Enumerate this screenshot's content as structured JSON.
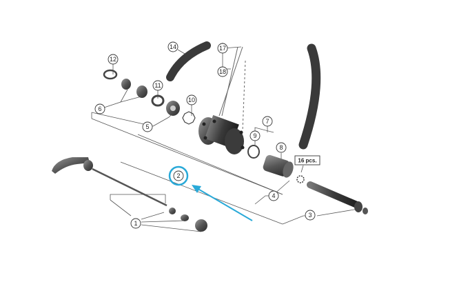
{
  "diagram": {
    "callouts": {
      "c1": "1",
      "c2": "2",
      "c3": "3",
      "c4": "4",
      "c5": "5",
      "c6": "6",
      "c7": "7",
      "c8": "8",
      "c9": "9",
      "c10": "10",
      "c11": "11",
      "c12": "12",
      "c14": "14",
      "c17": "17",
      "c18": "18"
    },
    "spoke_count_label": "16 pcs.",
    "highlight": {
      "target_callout": "2",
      "ring_color": "#29a9d8",
      "arrow_color": "#29a9d8"
    }
  }
}
